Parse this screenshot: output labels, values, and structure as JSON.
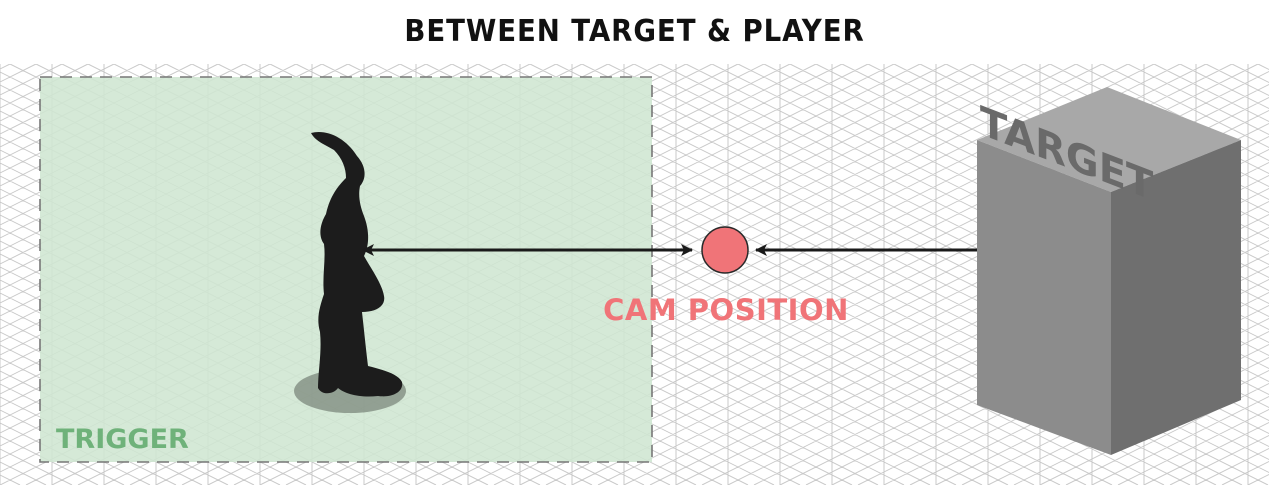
{
  "title": "BETWEEN TARGET & PLAYER",
  "labels": {
    "trigger": "TRIGGER",
    "cam_position": "CAM POSITION",
    "target": "TARGET"
  },
  "colors": {
    "trigger_fill": "#cfe6d2",
    "trigger_text": "#6fb27a",
    "cam": "#f07478",
    "box_top": "#a8a8a8",
    "box_front": "#8c8c8c",
    "box_side": "#6f6f6f",
    "grid": "#c9c9c9"
  },
  "icons": [
    "player-silhouette-icon",
    "camera-marker-icon"
  ]
}
